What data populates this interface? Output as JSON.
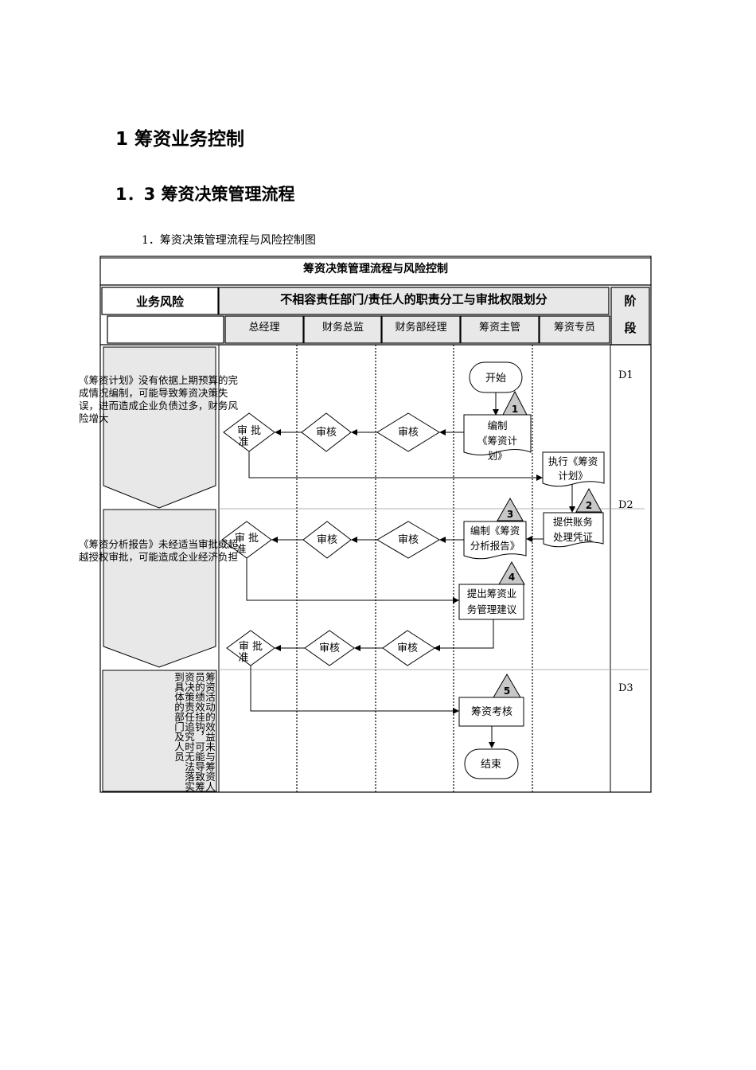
{
  "heading1": "1 筹资业务控制",
  "heading2": "1．3 筹资决策管理流程",
  "caption": "1．筹资决策管理流程与风险控制图",
  "table": {
    "title": "筹资决策管理流程与风险控制",
    "risk_header": "业务风险",
    "duties_header": "不相容责任部门/责任人的职责分工与审批权限划分",
    "stage_header": "阶段",
    "stage_header_chars": [
      "阶",
      "段"
    ],
    "roles": [
      "总经理",
      "财务总监",
      "财务部经理",
      "筹资主管",
      "筹资专员"
    ],
    "stages": [
      "D1",
      "D2",
      "D3"
    ]
  },
  "risks": [
    "《筹资计划》没有依据上期预算的完成情况编制，可能导致筹资决策失误，进而造成企业负债过多，财务风险增大",
    "《筹资分析报告》未经适当审批或超越授权审批，可能造成企业经济负担",
    "筹资活动的效益未与筹资人员的绩效挂钩，可能导致筹资决策责任追究时无法落实到具体的部门及人员"
  ],
  "nodes": {
    "start": "开始",
    "end": "结束",
    "approve": "审 批准",
    "review": "审核",
    "step1": "编制《筹资计划》",
    "exec_plan": "执行《筹资计划》",
    "accounting": "提供账务处理凭证",
    "step3": "编制《筹资分析报告》",
    "step4": "提出筹资业务管理建议",
    "step5": "筹资考核"
  },
  "markers": [
    "1",
    "2",
    "3",
    "4",
    "5"
  ],
  "colors": {
    "shade": "#e8e8e8",
    "marker": "#c8c8c8",
    "line": "#000000"
  }
}
